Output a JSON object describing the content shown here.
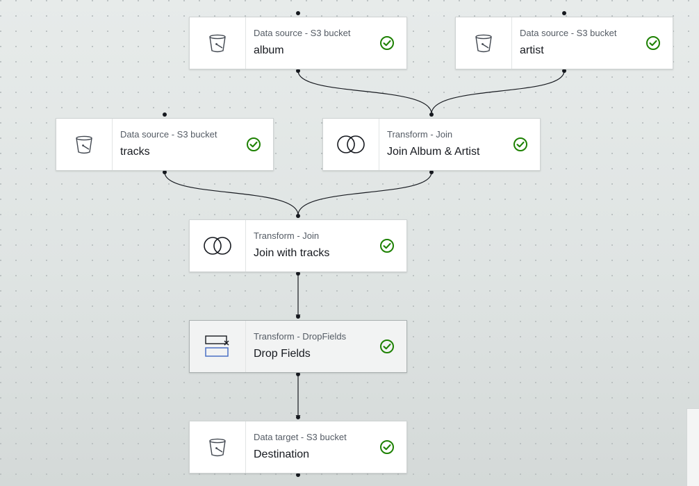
{
  "nodes": [
    {
      "id": "album",
      "type_label": "Data source - S3 bucket",
      "name": "album",
      "icon": "s3-bucket-icon",
      "status": "success-check-icon"
    },
    {
      "id": "artist",
      "type_label": "Data source - S3 bucket",
      "name": "artist",
      "icon": "s3-bucket-icon",
      "status": "success-check-icon"
    },
    {
      "id": "tracks",
      "type_label": "Data source - S3 bucket",
      "name": "tracks",
      "icon": "s3-bucket-icon",
      "status": "success-check-icon"
    },
    {
      "id": "join-album-artist",
      "type_label": "Transform - Join",
      "name": "Join Album & Artist",
      "icon": "join-icon",
      "status": "success-check-icon"
    },
    {
      "id": "join-tracks",
      "type_label": "Transform - Join",
      "name": "Join with tracks",
      "icon": "join-icon",
      "status": "success-check-icon"
    },
    {
      "id": "drop-fields",
      "type_label": "Transform - DropFields",
      "name": "Drop Fields",
      "icon": "drop-fields-icon",
      "status": "success-check-icon",
      "selected": true
    },
    {
      "id": "destination",
      "type_label": "Data target - S3 bucket",
      "name": "Destination",
      "icon": "s3-bucket-icon",
      "status": "success-check-icon"
    }
  ],
  "edges": [
    {
      "from": "album",
      "to": "join-album-artist"
    },
    {
      "from": "artist",
      "to": "join-album-artist"
    },
    {
      "from": "tracks",
      "to": "join-tracks"
    },
    {
      "from": "join-album-artist",
      "to": "join-tracks"
    },
    {
      "from": "join-tracks",
      "to": "drop-fields"
    },
    {
      "from": "drop-fields",
      "to": "destination"
    }
  ],
  "colors": {
    "success": "#1d8102",
    "edge": "#16191f",
    "icon_stroke": "#414750",
    "drop_fields_accent": "#4a6fc4"
  }
}
